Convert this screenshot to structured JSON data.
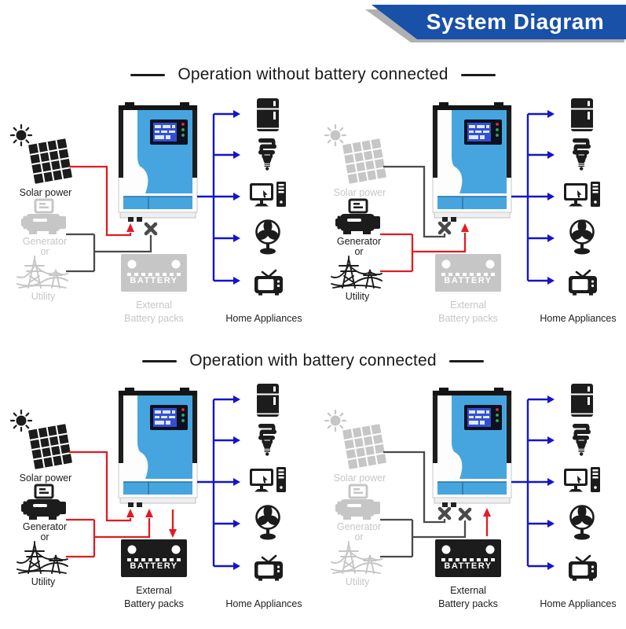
{
  "banner": {
    "title": "System Diagram"
  },
  "sections": [
    {
      "title": "Operation without battery connected"
    },
    {
      "title": "Operation with battery connected"
    }
  ],
  "labels": {
    "solar_power": "Solar power",
    "generator": "Generator",
    "or": "or",
    "utility": "Utility",
    "battery": "BATTERY",
    "external_line1": "External",
    "external_line2": "Battery packs",
    "home_appliances": "Home Appliances"
  },
  "colors": {
    "banner_blue": "#1950a8",
    "line_red": "#e11b22",
    "line_blue": "#1414cc",
    "line_dark_gray": "#4a4a4a",
    "inactive_gray": "#c6c6c6",
    "active_black": "#1c1c1c",
    "inverter_blue": "#46a5df"
  },
  "quadrants": [
    {
      "name": "solar-only-mode",
      "solar": "state-active",
      "generator": "state-inactive",
      "utility": "state-inactive",
      "battery": "state-inactive",
      "solar_feed": "connected",
      "ac_feed": "blocked",
      "battery_feed": "none"
    },
    {
      "name": "ac-input-mode",
      "solar": "state-inactive",
      "generator": "state-active",
      "utility": "state-active",
      "battery": "state-inactive",
      "solar_feed": "blocked",
      "ac_feed": "connected",
      "battery_feed": "none"
    },
    {
      "name": "charging-mode",
      "solar": "state-active",
      "generator": "state-active",
      "utility": "state-active",
      "battery": "state-active",
      "solar_feed": "connected",
      "ac_feed": "connected",
      "battery_feed": "charging"
    },
    {
      "name": "battery-discharge-mode",
      "solar": "state-inactive",
      "generator": "state-inactive",
      "utility": "state-inactive",
      "battery": "state-active",
      "solar_feed": "blocked",
      "ac_feed": "blocked",
      "battery_feed": "discharging"
    }
  ]
}
